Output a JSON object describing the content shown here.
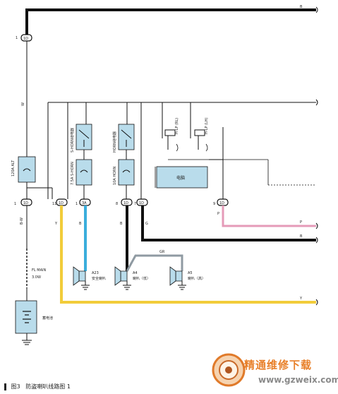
{
  "caption": {
    "figure_no": "图3",
    "title": "防盗喇叭线路图 1"
  },
  "watermark": {
    "cn": "精通维修下载",
    "url": "www.gzweix.com"
  },
  "fuse_120": "120A ALT",
  "fuse_main": "FL MAIN",
  "fuse_main_size": "3.0W",
  "battery": "蓄电池",
  "relay_left": "S-HORN继电器",
  "relay_mid": "HORN继电器",
  "fuse_shorn": "7.5A S-HORN",
  "fuse_horn": "10A HORN",
  "ecu_label": "电脑",
  "module_top_1": "H-LP (RL)",
  "module_top_2": "H-LP (LH)",
  "horn_a23": {
    "id": "A23",
    "name": "安全喇叭"
  },
  "horn_a4": {
    "id": "A4",
    "name": "喇叭（低）"
  },
  "horn_a5": {
    "id": "A5",
    "name": "喇叭（高）"
  },
  "conn_top": "1",
  "conn_top_id": "1D",
  "conn_main": "1",
  "conn_main_id": "1D",
  "conn_1": "11",
  "conn_1_id": "1D",
  "conn_2": "1",
  "conn_2_id": "3A",
  "conn_3": "8",
  "conn_3_id": "1D",
  "conn_4": "7",
  "conn_4_id": "1D",
  "conn_5": "9",
  "conn_5_id": "1D",
  "wire_y": "Y",
  "wire_b": "B",
  "wire_g": "G",
  "wire_p": "P",
  "wire_gr": "GR",
  "wire_w": "W",
  "wire_bw": "B-W",
  "colors": {
    "yellow": "#f2cc3a",
    "blue": "#3aaedc",
    "pink": "#e59bb8",
    "gray": "#8f9aa2",
    "black": "#111111",
    "box": "#b9dceb"
  }
}
